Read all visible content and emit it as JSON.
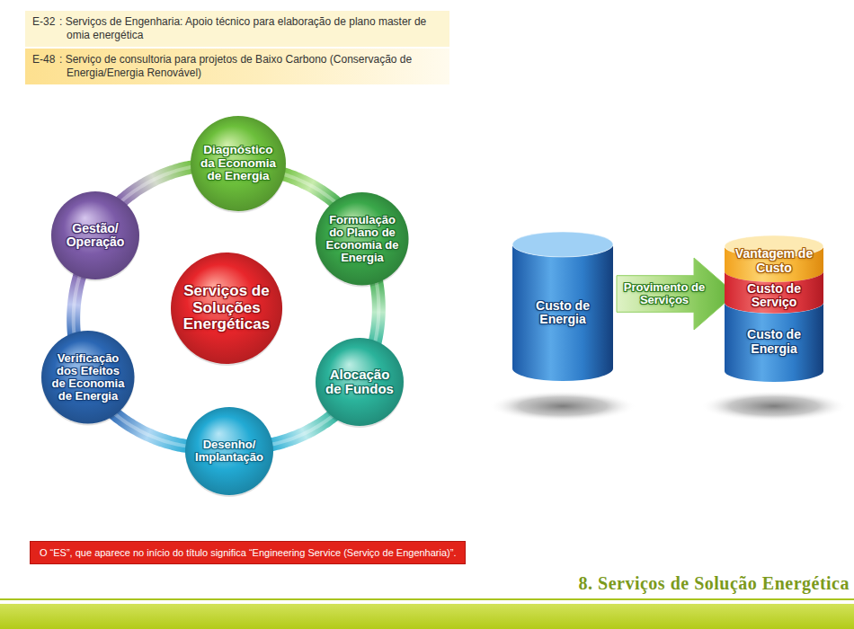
{
  "diagram": {
    "title": "8. Serviços de Solução Energética",
    "nodes": [
      {
        "text": [
          "E-32",
          ": Serviços de Engenharia: Apoio técnico para elaboração de plano master de omia energética"
        ]
      },
      {
        "text": [
          "E-48",
          ": Serviço de consultoria para projetos de Baixo Carbono (Conservação de Energia/Energia Renovável)"
        ]
      },
      {
        "text": [
          "Diagnóstico da Economia de Energia"
        ]
      },
      {
        "text": [
          "Formulação do Plano de Economia de Energia"
        ]
      },
      {
        "text": [
          "Alocação de Fundos"
        ]
      },
      {
        "text": [
          "Desenho/ Implantação"
        ]
      },
      {
        "text": [
          "Verificação dos Efeitos de Economia de Energia"
        ]
      },
      {
        "text": [
          "Gestão/ Operação"
        ]
      },
      {
        "text": [
          "Serviços de Soluções Energéticas"
        ]
      },
      {
        "text": [
          "Custo de Energia"
        ]
      },
      {
        "text": [
          "Provimento de Serviços"
        ]
      },
      {
        "text": [
          "Vantagem de Custo"
        ]
      },
      {
        "text": [
          "Custo de Serviço"
        ]
      },
      {
        "text": [
          "Custo de Energia"
        ]
      },
      {
        "text": [
          "O “ES”, que aparece no início do título significa “Engineering Service (Serviço de Engenharia)”."
        ]
      }
    ],
    "edges": [
      {
        "from": 2,
        "to": 3,
        "arrow": "none"
      },
      {
        "from": 3,
        "to": 4,
        "arrow": "none"
      },
      {
        "from": 4,
        "to": 5,
        "arrow": "none"
      },
      {
        "from": 5,
        "to": 6,
        "arrow": "none"
      },
      {
        "from": 6,
        "to": 7,
        "arrow": "none"
      },
      {
        "from": 7,
        "to": 2,
        "arrow": "none"
      }
    ]
  }
}
